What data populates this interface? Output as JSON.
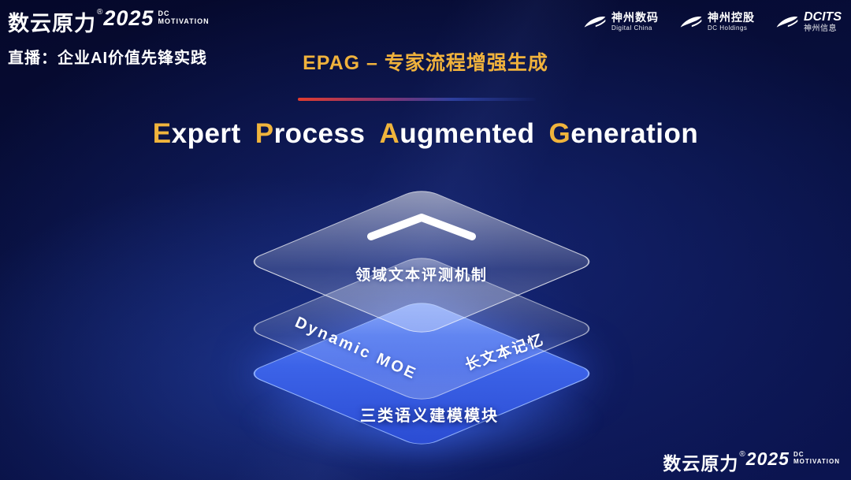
{
  "brand": {
    "name": "数云原力",
    "reg": "®",
    "year": "2025",
    "dc": "DC",
    "motivation": "MOTIVATION"
  },
  "header": {
    "live_label": "直播：企业AI价值先锋实践",
    "title": "EPAG – 专家流程增强生成",
    "partner_logos": [
      {
        "cn": "神州数码",
        "en": "Digital China"
      },
      {
        "cn": "神州控股",
        "en": "DC Holdings"
      },
      {
        "cn": "DCITS",
        "en": "神州信息"
      }
    ]
  },
  "main": {
    "subtitle_words": [
      {
        "initial": "E",
        "rest": "xpert"
      },
      {
        "initial": "P",
        "rest": "rocess"
      },
      {
        "initial": "A",
        "rest": "ugmented"
      },
      {
        "initial": "G",
        "rest": "eneration"
      }
    ],
    "diagram": {
      "top_layer_label": "领域文本评测机制",
      "middle_layer_left_label": "Dynamic MOE",
      "middle_layer_right_label": "长文本记忆",
      "bottom_layer_label": "三类语义建模模块"
    }
  },
  "colors": {
    "accent_gold": "#f0b43c",
    "divider_red": "#e23c2e",
    "layer_blue": "#3c63e8",
    "background_navy": "#081040"
  }
}
